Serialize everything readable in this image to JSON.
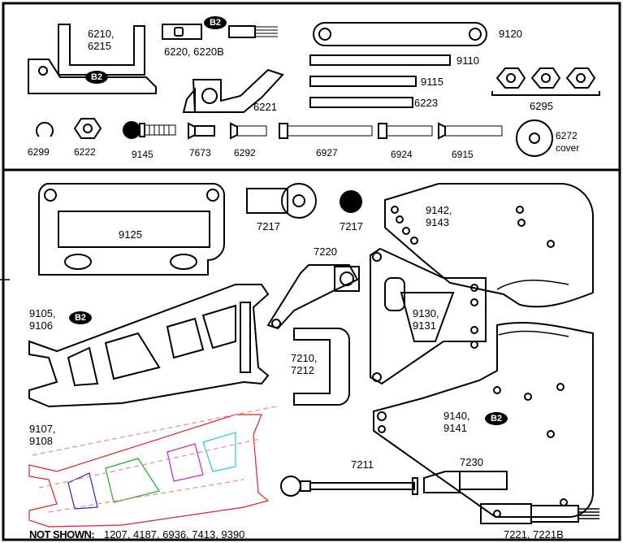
{
  "colors": {
    "line": "#000000",
    "background": "#ffffff",
    "badge": "#000000"
  },
  "badge_text": "B2",
  "parts": {
    "p6210": "6210,\n6215",
    "p6220": "6220, 6220B",
    "p9120": "9120",
    "p9110": "9110",
    "p9115": "9115",
    "p6223": "6223",
    "p6295": "6295",
    "p6221": "6221",
    "p6299": "6299",
    "p6222": "6222",
    "p9145": "9145",
    "p7673": "7673",
    "p6292": "6292",
    "p6927": "6927",
    "p6924": "6924",
    "p6915": "6915",
    "p6272": "6272\ncover",
    "p9125": "9125",
    "p7217a": "7217",
    "p7217b": "7217",
    "p9142": "9142,\n9143",
    "p7220": "7220",
    "p9105": "9105,\n9106",
    "p9130": "9130,\n9131",
    "p7210": "7210,\n7212",
    "p9107": "9107,\n9108",
    "p9140": "9140,\n9141",
    "p7211": "7211",
    "p7230": "7230",
    "p7221": "7221, 7221B"
  },
  "not_shown": {
    "label": "NOT SHOWN:",
    "items": "1207, 4187, 6936, 7413, 9390"
  }
}
